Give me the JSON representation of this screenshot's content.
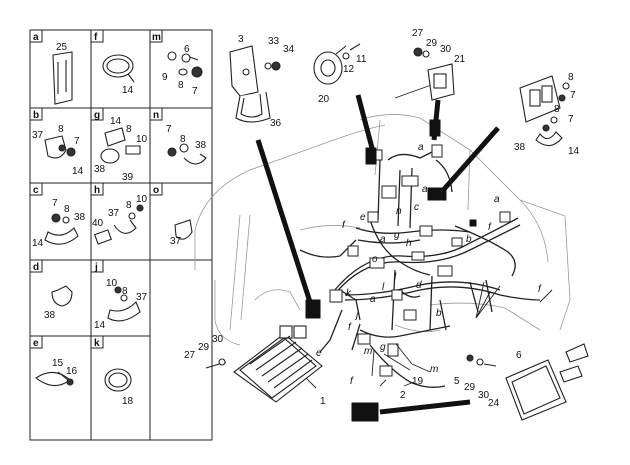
{
  "grid": {
    "cells": [
      {
        "letter": "a",
        "parts": [
          "25"
        ]
      },
      {
        "letter": "f",
        "parts": [
          "14"
        ]
      },
      {
        "letter": "m",
        "parts": [
          "6",
          "8",
          "9",
          "7"
        ]
      },
      {
        "letter": "b",
        "parts": [
          "37",
          "8",
          "7",
          "14"
        ]
      },
      {
        "letter": "g",
        "parts": [
          "14",
          "8",
          "10",
          "38",
          "39"
        ]
      },
      {
        "letter": "n",
        "parts": [
          "7",
          "8",
          "38"
        ]
      },
      {
        "letter": "c",
        "parts": [
          "7",
          "8",
          "38",
          "14"
        ]
      },
      {
        "letter": "h",
        "parts": [
          "37",
          "8",
          "10",
          "40"
        ]
      },
      {
        "letter": "o",
        "parts": [
          "37"
        ]
      },
      {
        "letter": "d",
        "parts": [
          "38"
        ]
      },
      {
        "letter": "j",
        "parts": [
          "10",
          "8",
          "37",
          "14"
        ]
      },
      {
        "letter": "e",
        "parts": [
          "15",
          "16"
        ]
      },
      {
        "letter": "k",
        "parts": [
          "18"
        ]
      }
    ]
  },
  "callouts": {
    "numbers": [
      "3",
      "33",
      "34",
      "36",
      "12",
      "11",
      "20",
      "27",
      "29",
      "30",
      "21",
      "8",
      "7",
      "8",
      "7",
      "38",
      "14",
      "27",
      "29",
      "30",
      "1",
      "2",
      "19",
      "5",
      "29",
      "30",
      "24",
      "6"
    ],
    "letters": [
      "a",
      "a",
      "a",
      "a",
      "b",
      "c",
      "e",
      "f",
      "f",
      "f",
      "f",
      "g",
      "h",
      "j",
      "k",
      "l",
      "m",
      "n",
      "o",
      "l",
      "m",
      "d",
      "e",
      "a",
      "f",
      "g",
      "b"
    ]
  }
}
